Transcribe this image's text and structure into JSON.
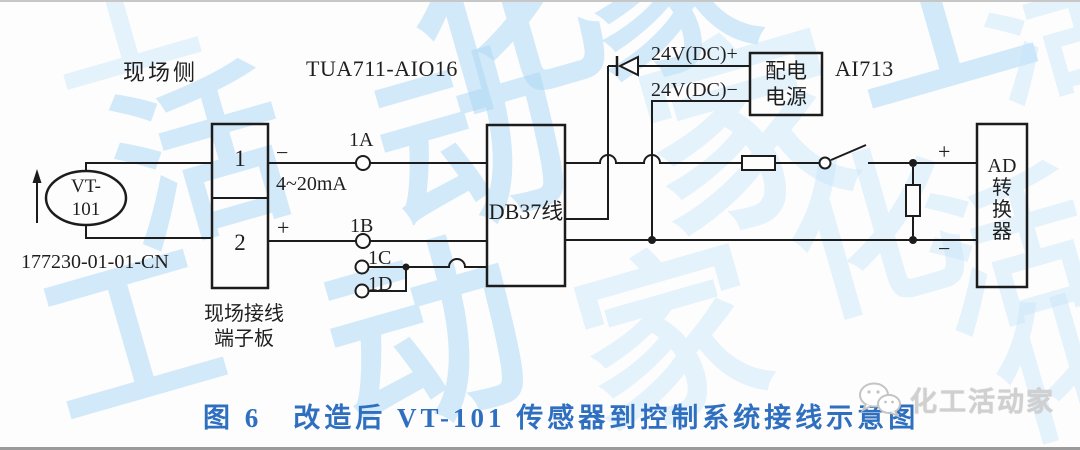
{
  "labels": {
    "field_side": "现场侧",
    "module": "TUA711-AIO16",
    "supply_plus": "24V(DC)+",
    "supply_minus": "24V(DC)−",
    "power_lines": [
      "配电",
      "电源"
    ],
    "card": "AI713",
    "sensor_lines": [
      "VT-",
      "101"
    ],
    "sensor_tag": "177230-01-01-CN",
    "terminal_1": "1",
    "terminal_2": "2",
    "minus_left": "−",
    "plus_left": "+",
    "current_range": "4~20mA",
    "term_1a": "1A",
    "term_1b": "1B",
    "term_1c": "1C",
    "term_1d": "1D",
    "db37": "DB37线",
    "board_lines": [
      "现场接线",
      "端子板"
    ],
    "plus_right": "+",
    "minus_right": "−",
    "ad_lines": [
      "AD",
      "转",
      "换",
      "器"
    ]
  },
  "caption": "图 6　改造后 VT-101 传感器到控制系统接线示意图",
  "logo_text": "化工活动家",
  "watermark": {
    "chars": [
      "化",
      "工",
      "活",
      "动",
      "家"
    ]
  },
  "colors": {
    "caption_blue": "#2e6fc0",
    "line_black": "#1c1c1c",
    "watermark_blue": "#add8f5",
    "logo_gray": "#d0d0d0"
  }
}
